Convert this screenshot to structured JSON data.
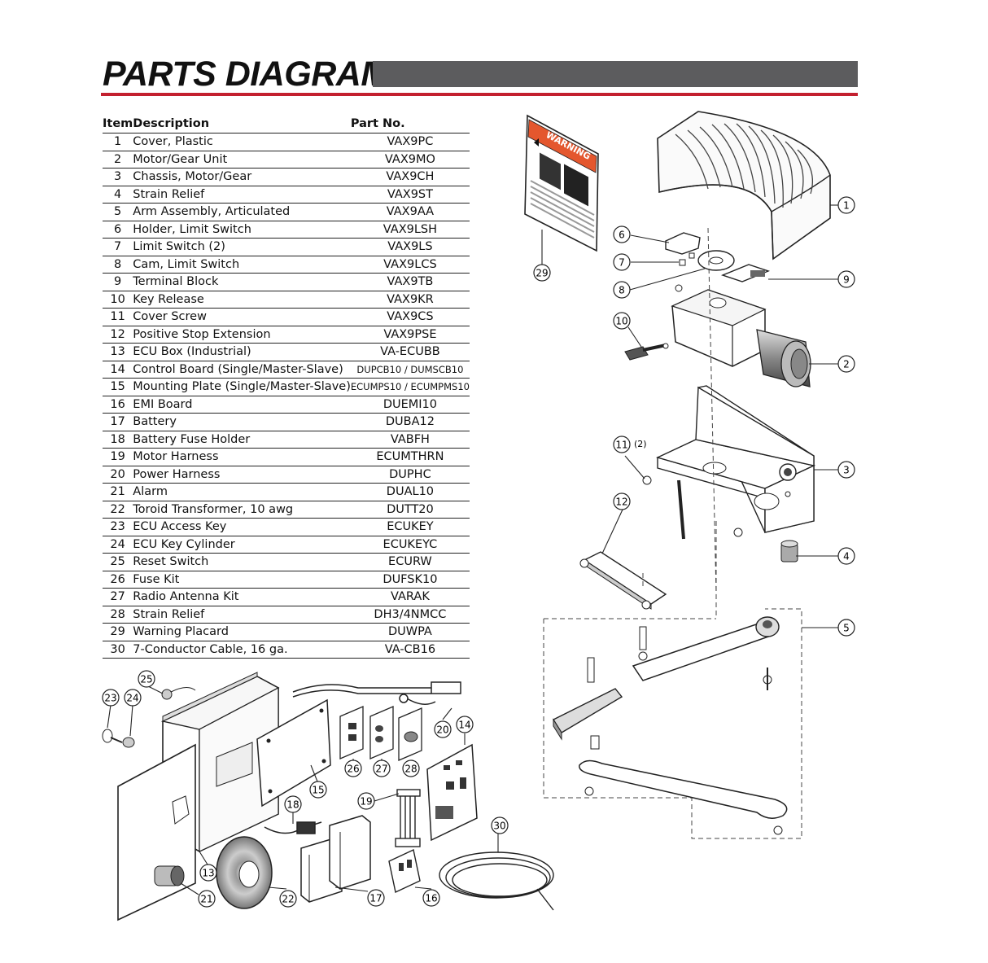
{
  "title": "PARTS DIAGRAM",
  "table": {
    "headers": {
      "item": "Item",
      "description": "Description",
      "part_no": "Part No."
    },
    "rows": [
      {
        "item": "1",
        "description": "Cover, Plastic",
        "part_no": "VAX9PC"
      },
      {
        "item": "2",
        "description": "Motor/Gear Unit",
        "part_no": "VAX9MO"
      },
      {
        "item": "3",
        "description": "Chassis, Motor/Gear",
        "part_no": "VAX9CH"
      },
      {
        "item": "4",
        "description": "Strain Relief",
        "part_no": "VAX9ST"
      },
      {
        "item": "5",
        "description": "Arm Assembly, Articulated",
        "part_no": "VAX9AA"
      },
      {
        "item": "6",
        "description": "Holder, Limit Switch",
        "part_no": "VAX9LSH"
      },
      {
        "item": "7",
        "description": "Limit Switch (2)",
        "part_no": "VAX9LS"
      },
      {
        "item": "8",
        "description": "Cam, Limit Switch",
        "part_no": "VAX9LCS"
      },
      {
        "item": "9",
        "description": "Terminal Block",
        "part_no": "VAX9TB"
      },
      {
        "item": "10",
        "description": "Key Release",
        "part_no": "VAX9KR"
      },
      {
        "item": "11",
        "description": "Cover Screw",
        "part_no": "VAX9CS"
      },
      {
        "item": "12",
        "description": "Positive Stop Extension",
        "part_no": "VAX9PSE"
      },
      {
        "item": "13",
        "description": "ECU Box (Industrial)",
        "part_no": "VA-ECUBB"
      },
      {
        "item": "14",
        "description": "Control Board (Single/Master-Slave)",
        "part_no": "DUPCB10 / DUMSCB10"
      },
      {
        "item": "15",
        "description": "Mounting Plate (Single/Master-Slave)",
        "part_no": "ECUMPS10 / ECUMPMS10"
      },
      {
        "item": "16",
        "description": "EMI Board",
        "part_no": "DUEMI10"
      },
      {
        "item": "17",
        "description": "Battery",
        "part_no": "DUBA12"
      },
      {
        "item": "18",
        "description": "Battery Fuse Holder",
        "part_no": "VABFH"
      },
      {
        "item": "19",
        "description": "Motor  Harness",
        "part_no": "ECUMTHRN"
      },
      {
        "item": "20",
        "description": "Power Harness",
        "part_no": "DUPHC"
      },
      {
        "item": "21",
        "description": "Alarm",
        "part_no": "DUAL10"
      },
      {
        "item": "22",
        "description": "Toroid Transformer, 10 awg",
        "part_no": "DUTT20"
      },
      {
        "item": "23",
        "description": "ECU Access Key",
        "part_no": "ECUKEY"
      },
      {
        "item": "24",
        "description": "ECU Key Cylinder",
        "part_no": "ECUKEYC"
      },
      {
        "item": "25",
        "description": "Reset Switch",
        "part_no": "ECURW"
      },
      {
        "item": "26",
        "description": "Fuse Kit",
        "part_no": "DUFSK10"
      },
      {
        "item": "27",
        "description": "Radio Antenna Kit",
        "part_no": "VARAK"
      },
      {
        "item": "28",
        "description": "Strain Relief",
        "part_no": "DH3/4NMCC"
      },
      {
        "item": "29",
        "description": "Warning Placard",
        "part_no": "DUWPA"
      },
      {
        "item": "30",
        "description": "7-Conductor Cable, 16 ga.",
        "part_no": "VA-CB16"
      }
    ]
  },
  "placard": {
    "label": "WARNING"
  },
  "callouts": [
    {
      "id": "c1",
      "label": "1"
    },
    {
      "id": "c2",
      "label": "2"
    },
    {
      "id": "c3",
      "label": "3"
    },
    {
      "id": "c4",
      "label": "4"
    },
    {
      "id": "c5",
      "label": "5"
    },
    {
      "id": "c6",
      "label": "6"
    },
    {
      "id": "c7",
      "label": "7"
    },
    {
      "id": "c8",
      "label": "8"
    },
    {
      "id": "c9",
      "label": "9"
    },
    {
      "id": "c10",
      "label": "10"
    },
    {
      "id": "c11",
      "label": "11"
    },
    {
      "id": "c12",
      "label": "12"
    },
    {
      "id": "c13",
      "label": "13"
    },
    {
      "id": "c14",
      "label": "14"
    },
    {
      "id": "c15",
      "label": "15"
    },
    {
      "id": "c16",
      "label": "16"
    },
    {
      "id": "c17",
      "label": "17"
    },
    {
      "id": "c18",
      "label": "18"
    },
    {
      "id": "c19",
      "label": "19"
    },
    {
      "id": "c20",
      "label": "20"
    },
    {
      "id": "c21",
      "label": "21"
    },
    {
      "id": "c22",
      "label": "22"
    },
    {
      "id": "c23",
      "label": "23"
    },
    {
      "id": "c24",
      "label": "24"
    },
    {
      "id": "c25",
      "label": "25"
    },
    {
      "id": "c26",
      "label": "26"
    },
    {
      "id": "c27",
      "label": "27"
    },
    {
      "id": "c28",
      "label": "28"
    },
    {
      "id": "c29",
      "label": "29"
    },
    {
      "id": "c30",
      "label": "30"
    }
  ],
  "callout_note": "(2)"
}
